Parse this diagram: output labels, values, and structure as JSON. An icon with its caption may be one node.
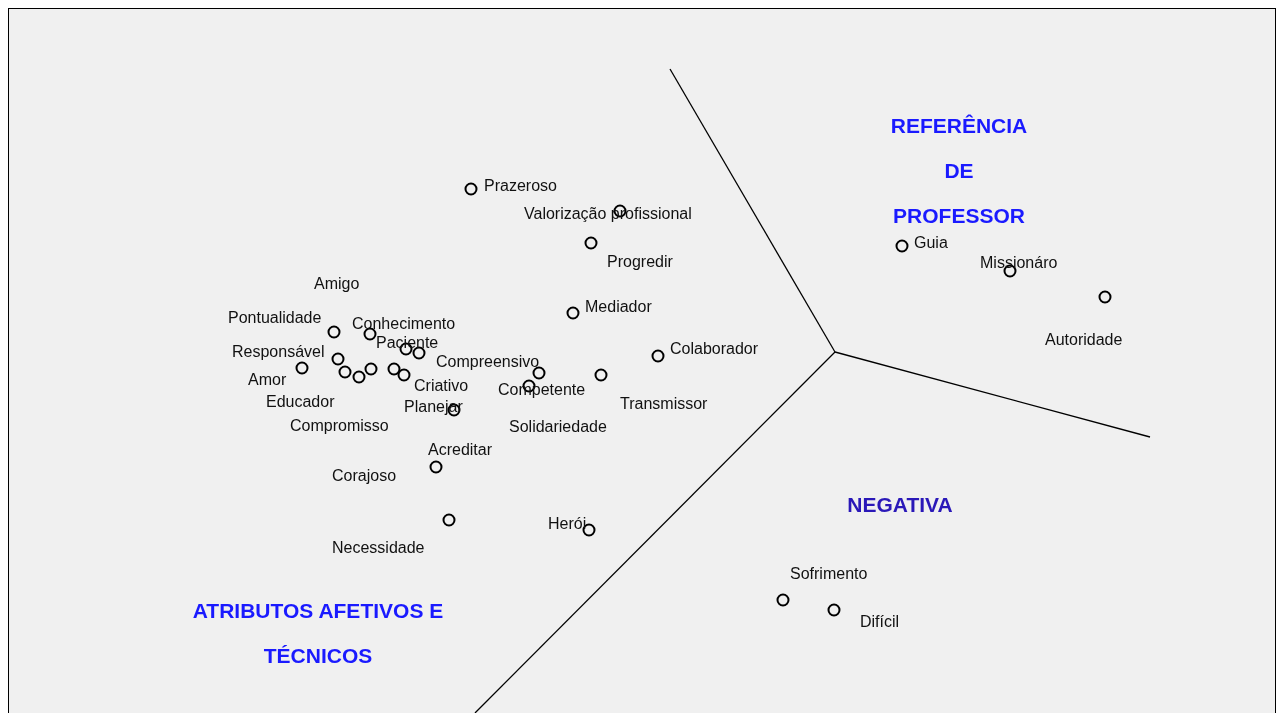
{
  "diagram": {
    "labels": [
      "REFERÊNCIA DE PROFESSOR",
      "Prazeroso",
      "Valorização profissional",
      "Guia",
      "Progredir",
      "Missionáro",
      "Amigo",
      "Mediador",
      "Pontualidade",
      "Conhecimento",
      "Autoridade",
      "Paciente",
      "Colaborador",
      "Responsável",
      "Compreensivo",
      "Amor",
      "Criativo",
      "Competente",
      "Educador",
      "Transmissor",
      "Planejar",
      "Compromisso",
      "Solidariedade",
      "Acreditar",
      "Corajoso",
      "NEGATIVA",
      "Herói",
      "Necessidade",
      "Sofrimento",
      "Difícil",
      "ATRIBUTOS AFETIVOS E TÉCNICOS"
    ]
  }
}
